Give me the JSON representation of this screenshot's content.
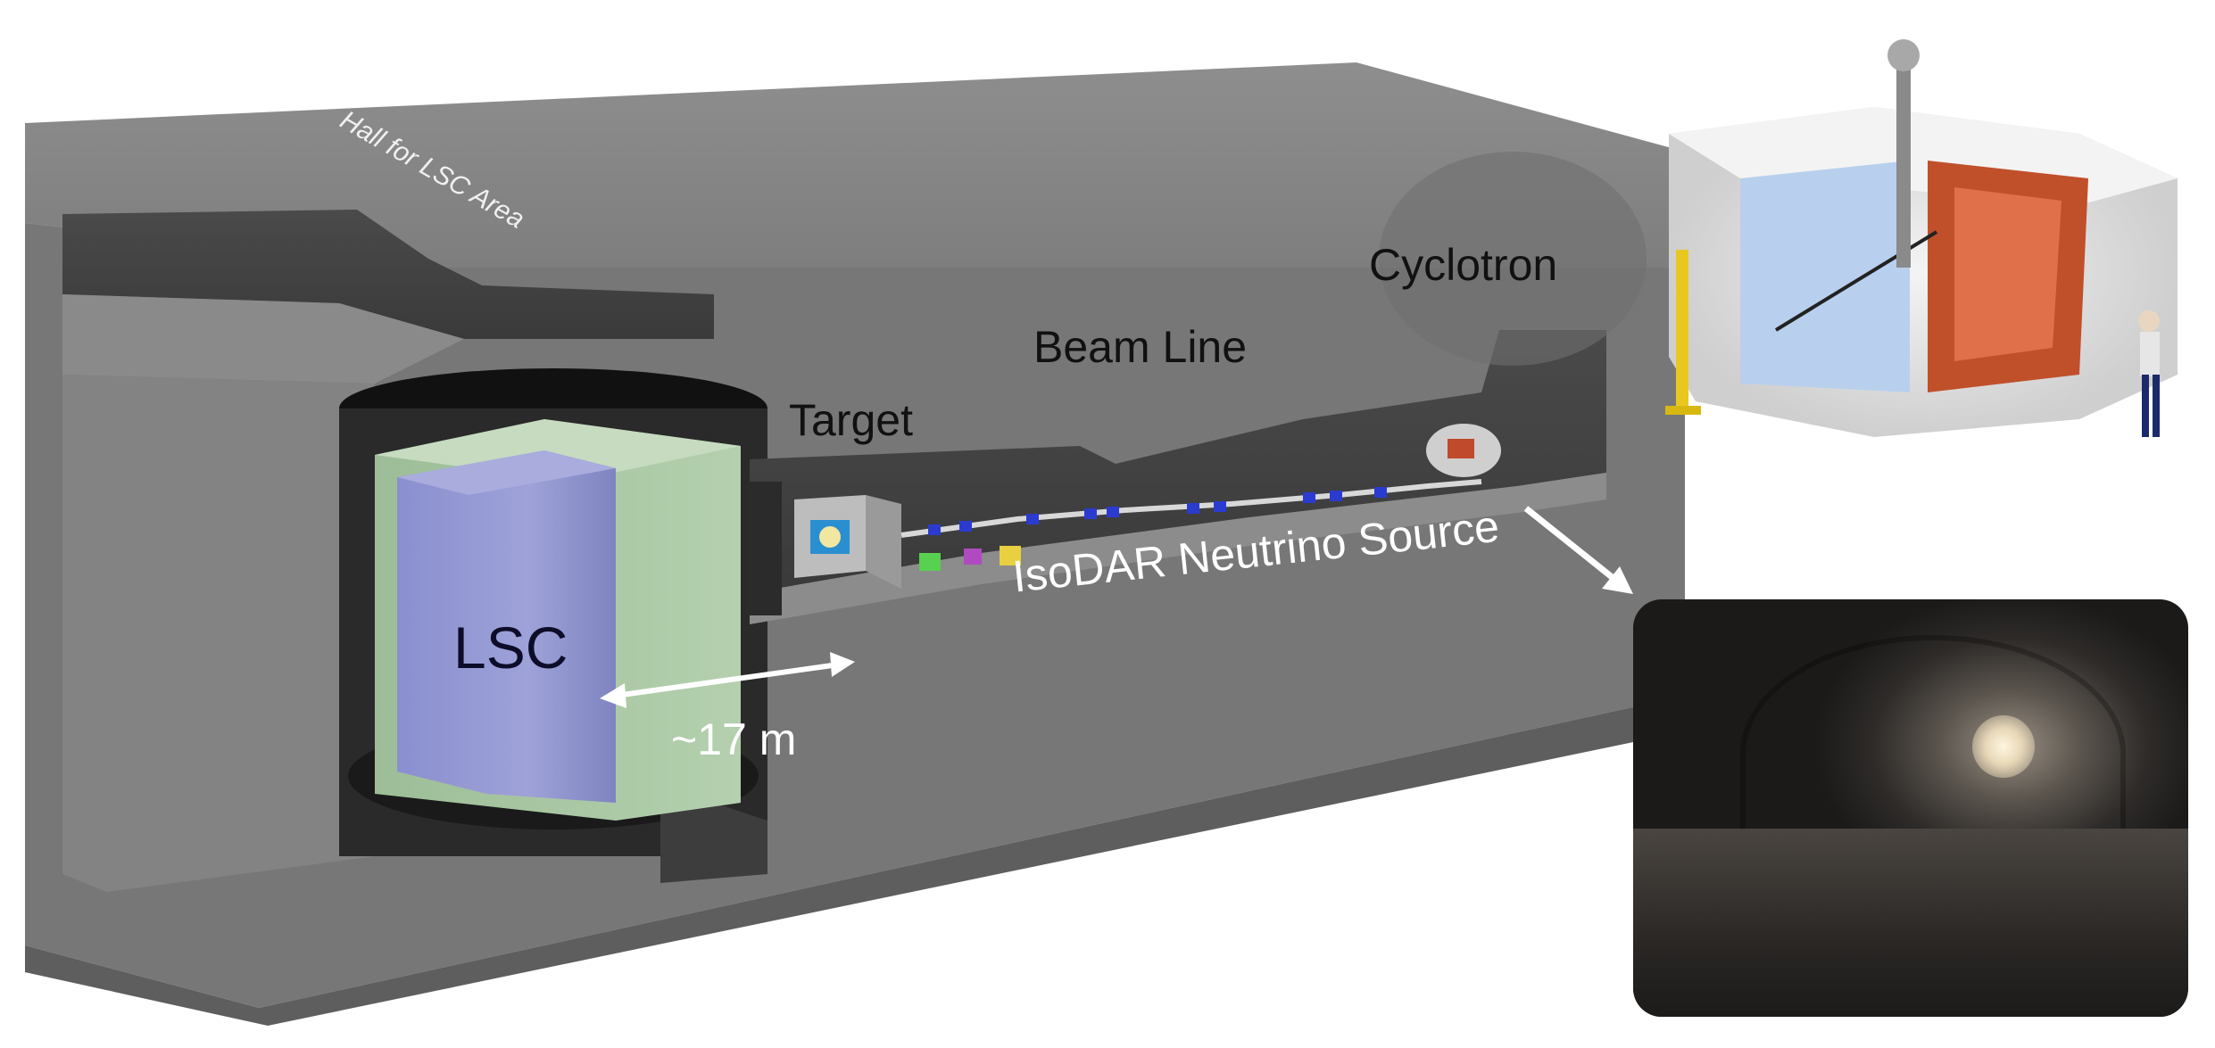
{
  "labels": {
    "cyclotron": "Cyclotron",
    "beam_line": "Beam Line",
    "target": "Target",
    "lsc": "LSC",
    "distance": "~17 m",
    "source": "IsoDAR Neutrino Source",
    "area": "Hall for LSC Area"
  },
  "colors": {
    "rock": "#7b7b7b",
    "rock_top": "#8a8a8a",
    "detector_outer": "#9fbf9a",
    "detector_inner": "#8f93c8",
    "cyclotron_body": "#e6e6e6",
    "cyclotron_core": "#d2522c",
    "beam_magnet": "#2b3bd0"
  }
}
